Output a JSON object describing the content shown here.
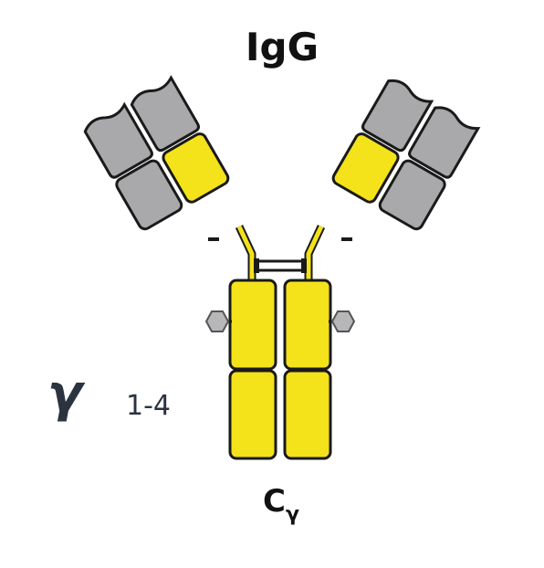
{
  "title": "IgG",
  "subclass": {
    "symbol": "γ",
    "range": "1-4"
  },
  "constant_label": {
    "base": "C",
    "subscript": "γ"
  },
  "colors": {
    "heavy_chain": "#f4e21a",
    "light_chain": "#a9a9ab",
    "outline": "#1a1a1a",
    "glycan": "#b7b7b9",
    "symbol": "#2c3340"
  }
}
